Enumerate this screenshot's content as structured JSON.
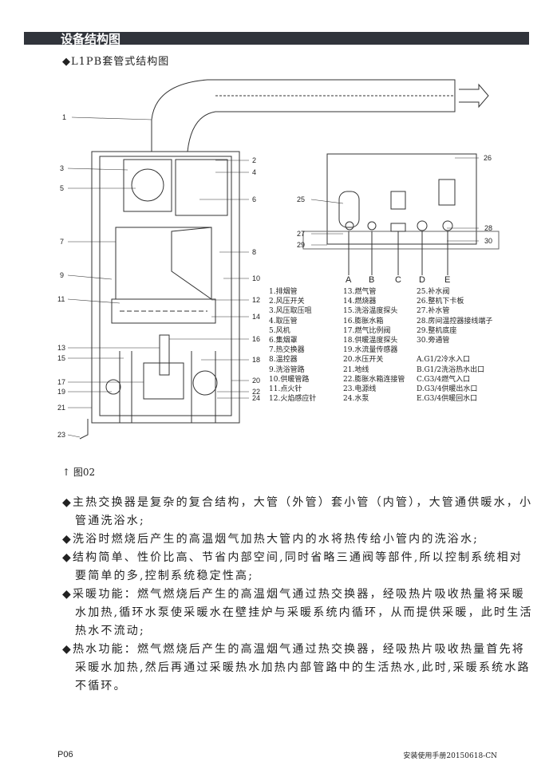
{
  "header": {
    "title": "设备结构图"
  },
  "subtitle": "◆L1PB套管式结构图",
  "left_callouts": [
    "1",
    "3",
    "5",
    "7",
    "9",
    "11",
    "13",
    "15",
    "17",
    "19",
    "21",
    "23"
  ],
  "right_callouts": [
    "2",
    "4",
    "6",
    "8",
    "10",
    "12",
    "14",
    "16",
    "18",
    "20",
    "22",
    "24"
  ],
  "bottom_callouts": [
    "25",
    "26",
    "27",
    "28",
    "29",
    "30"
  ],
  "connections": [
    "A",
    "B",
    "C",
    "D",
    "E"
  ],
  "legend": {
    "col1": [
      "1.排烟管",
      "2.风压开关",
      "3.风压取压咀",
      "4.取压管",
      "5.风机",
      "6.集烟罩",
      "7.热交换器",
      "8.温控器",
      "9.洗浴管路",
      "10.供暖管路",
      "11.点火针",
      "12.火焰感应针"
    ],
    "col2": [
      "13.燃气管",
      "14.燃烧器",
      "15.洗浴温度探头",
      "16.膨胀水箱",
      "17.燃气比例阀",
      "18.供暖温度探头",
      "19.水流量传感器",
      "20.水压开关",
      "21.地线",
      "22.膨胀水箱连接管",
      "23.电源线",
      "24.水泵"
    ],
    "col3": [
      "25.补水阀",
      "26.整机下卡板",
      "27.补水管",
      "28.房间温控器接线端子",
      "29.整机底座",
      "30.旁通管",
      "",
      "A.G1/2冷水入口",
      "B.G1/2洗浴热水出口",
      "C.G3/4燃气入口",
      "D.G3/4供暖出水口",
      "E.G3/4供暖回水口"
    ]
  },
  "figure_label": "↑ 图02",
  "paragraphs": [
    "◆主热交换器是复杂的复合结构，大管（外管）套小管（内管），大管通供暖水，小管通洗浴水;",
    "◆洗浴时燃烧后产生的高温烟气加热大管内的水将热传给小管内的洗浴水;",
    "◆结构简单、性价比高、节省内部空间,同时省略三通阀等部件,所以控制系统相对要简单的多,控制系统稳定性高;",
    "◆采暖功能：燃气燃烧后产生的高温烟气通过热交换器，经吸热片吸收热量将采暖水加热,循环水泵使采暖水在壁挂炉与采暖系统内循环，从而提供采暖，此时生活热水不流动;",
    "◆热水功能：燃气燃烧后产生的高温烟气通过热交换器，经吸热片吸收热量首先将采暖水加热,然后再通过采暖热水加热内部管路中的生活热水,此时,采暖系统水路不循环。"
  ],
  "footer": {
    "page": "P06",
    "doc": "安装使用手册20150618-CN"
  }
}
